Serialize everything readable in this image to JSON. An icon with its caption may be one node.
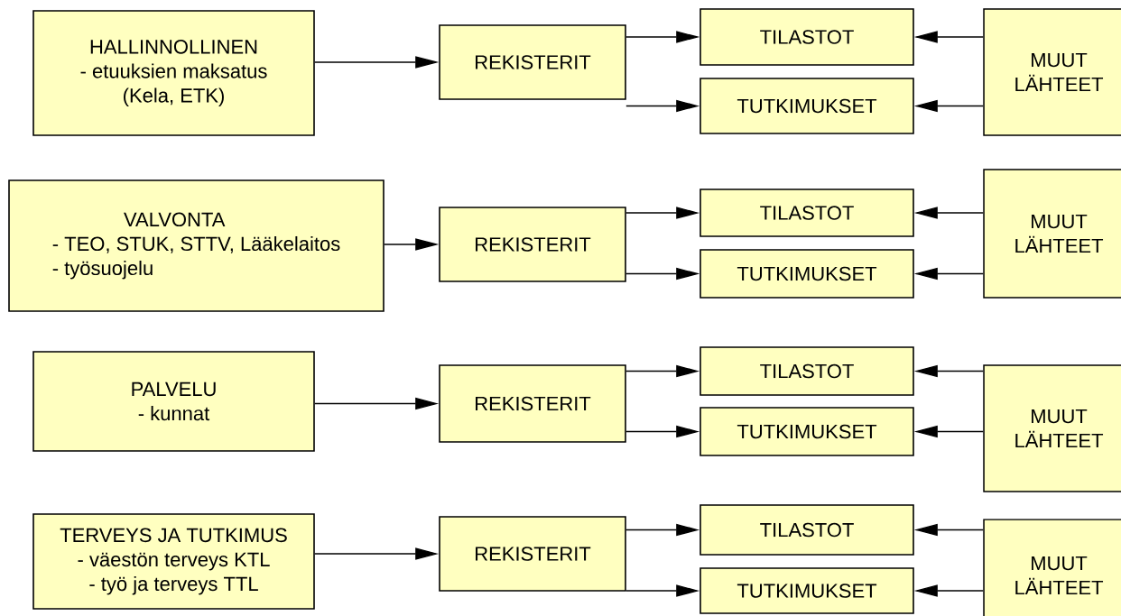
{
  "diagram": {
    "nodes": [
      {
        "text": [
          "HALLINNOLLINEN",
          "- etuuksien maksatus",
          "(Kela, ETK)"
        ]
      },
      {
        "text": [
          "REKISTERIT"
        ]
      },
      {
        "text": [
          "TILASTOT"
        ]
      },
      {
        "text": [
          "TUTKIMUKSET"
        ]
      },
      {
        "text": [
          "MUUT LÄHTEET"
        ]
      },
      {
        "text": [
          "VALVONTA",
          "- TEO, STUK, STTV, Lääkelaitos",
          "- työsuojelu"
        ]
      },
      {
        "text": [
          "REKISTERIT"
        ]
      },
      {
        "text": [
          "TILASTOT"
        ]
      },
      {
        "text": [
          "TUTKIMUKSET"
        ]
      },
      {
        "text": [
          "MUUT LÄHTEET"
        ]
      },
      {
        "text": [
          "PALVELU",
          "- kunnat"
        ]
      },
      {
        "text": [
          "REKISTERIT"
        ]
      },
      {
        "text": [
          "TILASTOT"
        ]
      },
      {
        "text": [
          "TUTKIMUKSET"
        ]
      },
      {
        "text": [
          "MUUT LÄHTEET"
        ]
      },
      {
        "text": [
          "TERVEYS JA TUTKIMUS",
          "- väestön terveys KTL",
          "- työ ja terveys TTL"
        ]
      },
      {
        "text": [
          "REKISTERIT"
        ]
      },
      {
        "text": [
          "TILASTOT"
        ]
      },
      {
        "text": [
          "TUTKIMUKSET"
        ]
      },
      {
        "text": [
          "MUUT LÄHTEET"
        ]
      }
    ],
    "edges": [
      {
        "from": 0,
        "to": 1,
        "arrow": "to"
      },
      {
        "from": 1,
        "to": 2,
        "arrow": "to"
      },
      {
        "from": 1,
        "to": 3,
        "arrow": "to"
      },
      {
        "from": 4,
        "to": 2,
        "arrow": "to"
      },
      {
        "from": 4,
        "to": 3,
        "arrow": "to"
      },
      {
        "from": 5,
        "to": 6,
        "arrow": "to"
      },
      {
        "from": 6,
        "to": 7,
        "arrow": "to"
      },
      {
        "from": 6,
        "to": 8,
        "arrow": "to"
      },
      {
        "from": 9,
        "to": 7,
        "arrow": "to"
      },
      {
        "from": 9,
        "to": 8,
        "arrow": "to"
      },
      {
        "from": 10,
        "to": 11,
        "arrow": "to"
      },
      {
        "from": 11,
        "to": 12,
        "arrow": "to"
      },
      {
        "from": 11,
        "to": 13,
        "arrow": "to"
      },
      {
        "from": 14,
        "to": 12,
        "arrow": "to"
      },
      {
        "from": 14,
        "to": 13,
        "arrow": "to"
      },
      {
        "from": 15,
        "to": 16,
        "arrow": "to"
      },
      {
        "from": 16,
        "to": 17,
        "arrow": "to"
      },
      {
        "from": 16,
        "to": 18,
        "arrow": "to"
      },
      {
        "from": 19,
        "to": 17,
        "arrow": "to"
      },
      {
        "from": 19,
        "to": 18,
        "arrow": "to"
      }
    ]
  }
}
